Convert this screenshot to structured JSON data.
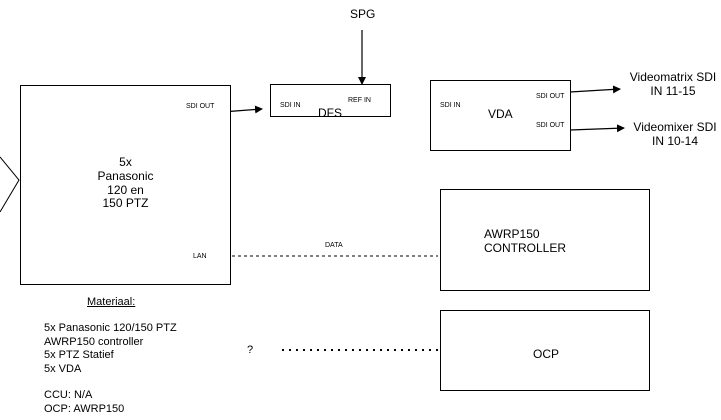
{
  "spg": "SPG",
  "camera_block": {
    "title": "5x\nPanasonic\n120 en\n150 PTZ",
    "sdi_out": "SDI OUT",
    "lan": "LAN"
  },
  "dfs": {
    "title": "DFS",
    "sdi_in": "SDI IN",
    "ref_in": "REF IN"
  },
  "vda": {
    "title": "VDA",
    "sdi_in": "SDI IN",
    "sdi_out_1": "SDI OUT",
    "sdi_out_2": "SDI OUT"
  },
  "outputs": {
    "videomatrix": "Videomatrix SDI\nIN 11-15",
    "videomixer": "Videomixer SDI\nIN 10-14"
  },
  "controller": {
    "title": "AWRP150\nCONTROLLER",
    "data_label": "DATA"
  },
  "ocp": {
    "title": "OCP",
    "question": "?"
  },
  "materials": {
    "heading": "Materiaal:",
    "items": "5x Panasonic 120/150 PTZ\nAWRP150 controller\n5x PTZ Statief\n5x VDA",
    "extra": "CCU: N/A\nOCP: AWRP150"
  }
}
